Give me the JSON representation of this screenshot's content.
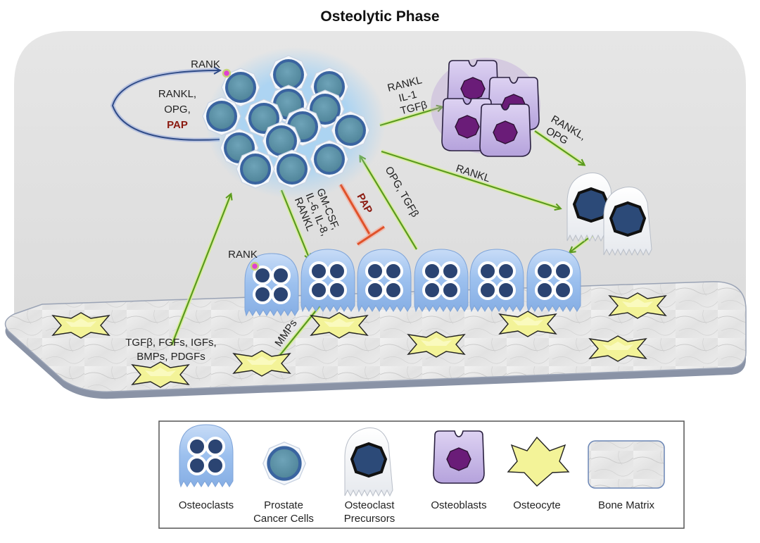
{
  "title": "Osteolytic Phase",
  "colors": {
    "background_panel": "#e3e3e3",
    "arrow_green": "#5a9a1e",
    "arrow_glow": "#d8ef9a",
    "inhibit_red": "#e0522a",
    "pap_text": "#8b1a10",
    "cancer_cell_fill": "#5f93a8",
    "cancer_cell_ring": "#3a64a0",
    "osteoclast_body": "#9cc0ee",
    "osteoclast_nucleus": "#2b4472",
    "precursor_nucleus": "#2c4a78",
    "osteoblast_body": "#c8b8e8",
    "osteoblast_nucleus": "#6a1c78",
    "osteocyte_fill": "#f3f398",
    "rank_dot": "#e040d0"
  },
  "labels": {
    "rank_top": "RANK",
    "autocrine": [
      "RANKL,",
      "OPG,",
      "PAP"
    ],
    "to_osteoblasts": [
      "RANKL",
      "IL-1",
      "TGFβ"
    ],
    "osteoblast_to_precursor": [
      "RANKL,",
      "OPG"
    ],
    "cancer_to_precursor": "RANKL",
    "cancer_to_osteoclast": [
      "GM-CSF,",
      "IL-6, IL-8,",
      "RANKL"
    ],
    "inhibition": "PAP",
    "osteoclast_to_cancer": "OPG, TGFβ",
    "rank_osteoclast": "RANK",
    "matrix_factors": [
      "TGFβ, FGFs, IGFs,",
      "BMPs, PDGFs"
    ],
    "mmps": "MMPs"
  },
  "legend": {
    "items": [
      {
        "icon": "osteoclast-icon",
        "label": [
          "Osteoclasts"
        ]
      },
      {
        "icon": "prostate-cancer-cell-icon",
        "label": [
          "Prostate",
          "Cancer Cells"
        ]
      },
      {
        "icon": "osteoclast-precursor-icon",
        "label": [
          "Osteoclast",
          "Precursors"
        ]
      },
      {
        "icon": "osteoblast-icon",
        "label": [
          "Osteoblasts"
        ]
      },
      {
        "icon": "osteocyte-icon",
        "label": [
          "Osteocyte"
        ]
      },
      {
        "icon": "bone-matrix-icon",
        "label": [
          "Bone Matrix"
        ]
      }
    ]
  }
}
